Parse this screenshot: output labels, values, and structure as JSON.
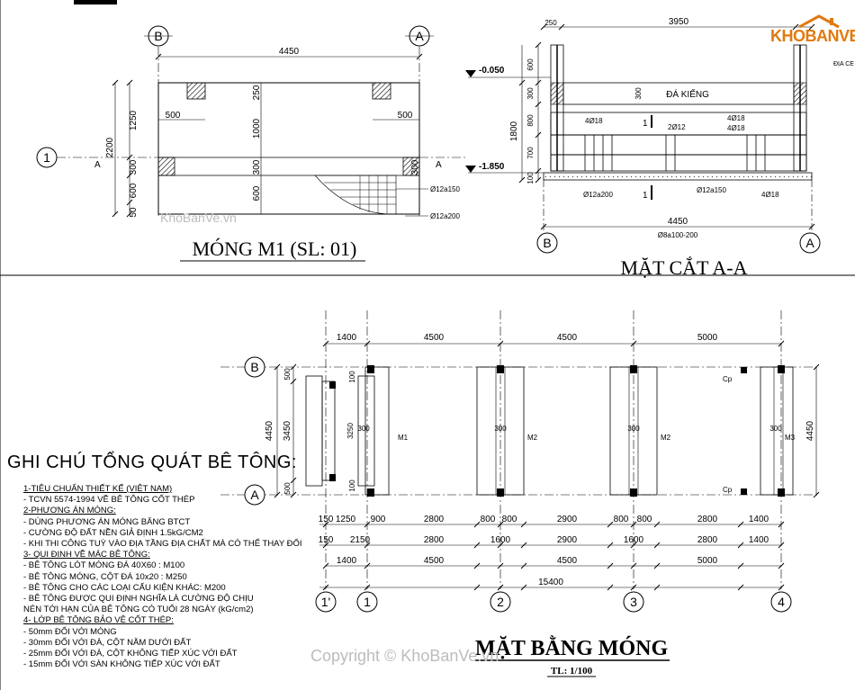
{
  "branding": {
    "logo_text": "KHOBANVE",
    "top_right_cutoff": "ĐỊA CE",
    "watermark_small": "KhoBanVe.vn",
    "watermark_copyright": "Copyright © KhoBanVe.vn"
  },
  "footing_m1": {
    "title": "MÓNG M1 (SL: 01)",
    "grid_left": "B",
    "grid_right": "A",
    "grid_row": "1",
    "section_mark": "A",
    "dim_total": "4450",
    "dim_left_500": "500",
    "dim_right_500": "500",
    "dim_250": "250",
    "dim_1000": "1000",
    "dim_300": "300",
    "dim_300b": "300",
    "dim_600": "600",
    "dim_side_1250": "1250",
    "dim_side_300": "300",
    "dim_side_600": "600",
    "dim_side_50": "50",
    "dim_side_2200": "2200",
    "rebar_1": "Ø12a150",
    "rebar_2": "Ø12a200"
  },
  "section_aa": {
    "title": "MẶT CẮT A-A",
    "grid_left": "B",
    "grid_right": "A",
    "dim_top": "3950",
    "dim_250": "250",
    "level_top": "-0.050",
    "level_bottom": "-1.850",
    "dim_600": "600",
    "dim_300": "300",
    "dim_800": "800",
    "dim_1800": "1800",
    "dim_700": "700",
    "dim_100": "100",
    "dim_inner_300": "300",
    "label_stone": "ĐÁ KIẾNG",
    "rebar_4d18_a": "4Ø18",
    "rebar_2d12": "2Ø12",
    "rebar_4d18_b": "4Ø18",
    "rebar_4d18_c": "4Ø18",
    "rebar_d12a200": "Ø12a200",
    "rebar_d12a150": "Ø12a150",
    "rebar_4d18_d": "4Ø18",
    "cut_mark": "1",
    "dim_bottom": "4450",
    "stirrup": "Ø8a100-200"
  },
  "plan": {
    "title": "MẶT BẰNG MÓNG",
    "scale": "TL: 1/100",
    "grid_top": "B",
    "grid_bottom": "A",
    "top_dims": [
      "1400",
      "4500",
      "4500",
      "5000"
    ],
    "left_dims": {
      "d500a": "500",
      "d3450": "3450",
      "d500b": "500",
      "d4450": "4450",
      "d3250": "3250",
      "d100a": "100",
      "d100b": "100"
    },
    "right_dim": "4450",
    "col_labels": [
      "300",
      "300",
      "300",
      "300"
    ],
    "footing_labels": [
      "M1",
      "M2",
      "M2",
      "M3"
    ],
    "cp_labels": [
      "Cp",
      "Cp"
    ],
    "row1": [
      "150",
      "1250",
      "900",
      "2800",
      "800",
      "800",
      "2900",
      "800",
      "800",
      "2800",
      "1400"
    ],
    "row2": [
      "150",
      "2150",
      "2800",
      "1600",
      "2900",
      "1600",
      "2800",
      "1400"
    ],
    "row3": [
      "1400",
      "4500",
      "4500",
      "5000"
    ],
    "total": "15400",
    "axes": [
      "1'",
      "1",
      "2",
      "3",
      "4"
    ]
  },
  "notes": {
    "title": "GHI CHÚ TỔNG QUÁT BÊ TÔNG:",
    "lines": [
      {
        "text": "1-TIÊU CHUẨN THIẾT KẾ (VIỆT NAM)",
        "head": true
      },
      {
        "text": "- TCVN 5574-1994 VỀ BÊ TÔNG CỐT THÉP",
        "head": false
      },
      {
        "text": "2-PHƯƠNG ÁN MÓNG:",
        "head": true
      },
      {
        "text": "- DÙNG PHƯƠNG ÁN MÓNG BĂNG BTCT",
        "head": false
      },
      {
        "text": "- CƯỜNG ĐỘ ĐẤT NỀN GIẢ ĐỊNH 1.5kG/CM2",
        "head": false
      },
      {
        "text": "- KHI THI CÔNG TUỲ VÀO ĐỊA TẦNG ĐỊA CHẤT MÀ CÓ THỂ THAY ĐỔI",
        "head": false
      },
      {
        "text": "3- QUI ĐỊNH VỀ MÁC BÊ TÔNG:",
        "head": true
      },
      {
        "text": "- BÊ TÔNG LÓT MÓNG ĐÁ 40X60 : M100",
        "head": false
      },
      {
        "text": "- BÊ TÔNG MÓNG, CỘT ĐÁ 10x20 : M250",
        "head": false
      },
      {
        "text": "- BÊ TÔNG CHO CÁC LOẠI CẤU KIỆN KHÁC: M200",
        "head": false
      },
      {
        "text": "- BÊ TÔNG ĐƯỢC QUI ĐỊNH NGHĨA LÀ CƯỜNG ĐỘ CHỊU",
        "head": false
      },
      {
        "text": "NÉN TỚI HẠN CỦA BÊ TÔNG CÓ TUỔI 28 NGÀY (kG/cm2)",
        "head": false
      },
      {
        "text": "4- LỚP BÊ TÔNG BẢO VỆ CỐT THÉP:",
        "head": true
      },
      {
        "text": "- 50mm ĐỐI VỚI MÓNG",
        "head": false
      },
      {
        "text": "- 30mm ĐỐI VỚI ĐÀ, CỘT NẰM DƯỚI ĐẤT",
        "head": false
      },
      {
        "text": "- 25mm ĐỐI VỚI ĐÀ, CỘT KHÔNG TIẾP XÚC VỚI ĐẤT",
        "head": false
      },
      {
        "text": "- 15mm ĐỐI VỚI SÀN KHÔNG TIẾP XÚC VỚI ĐẤT",
        "head": false
      }
    ]
  }
}
